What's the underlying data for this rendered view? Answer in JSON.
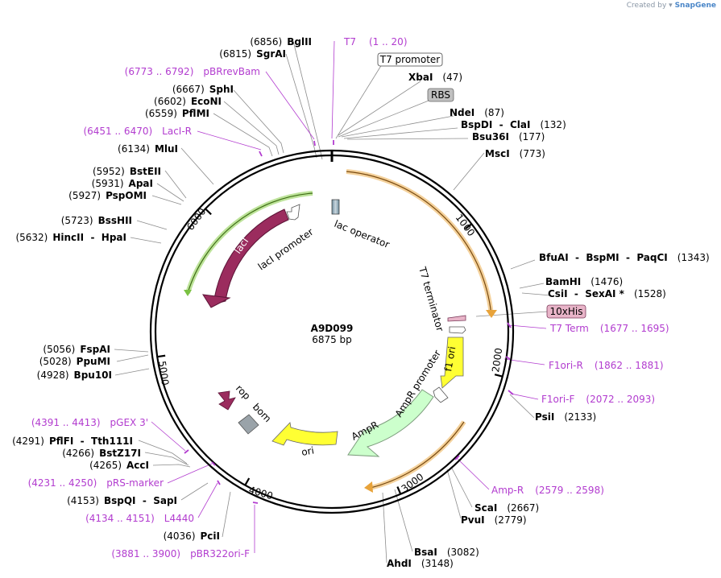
{
  "branding": {
    "prefix": "Created by",
    "name": "SnapGene"
  },
  "plasmid": {
    "name": "A9D099",
    "size_label": "6875 bp",
    "length": 6875
  },
  "ticks": [
    "1000",
    "2000",
    "3000",
    "4000",
    "5000",
    "6000"
  ],
  "sites": [
    {
      "name": "BglII",
      "pos": "(6856)"
    },
    {
      "name": "SgrAI",
      "pos": "(6815)"
    },
    {
      "name": "SphI",
      "pos": "(6667)"
    },
    {
      "name": "EcoNI",
      "pos": "(6602)"
    },
    {
      "name": "PflMI",
      "pos": "(6559)"
    },
    {
      "name": "MluI",
      "pos": "(6134)"
    },
    {
      "name": "BstEII",
      "pos": "(5952)"
    },
    {
      "name": "ApaI",
      "pos": "(5931)"
    },
    {
      "name": "PspOMI",
      "pos": "(5927)"
    },
    {
      "name": "BssHII",
      "pos": "(5723)"
    },
    {
      "name": "HincII  -  HpaI",
      "pos": "(5632)"
    },
    {
      "name": "FspAI",
      "pos": "(5056)"
    },
    {
      "name": "PpuMI",
      "pos": "(5028)"
    },
    {
      "name": "Bpu10I",
      "pos": "(4928)"
    },
    {
      "name": "PflFI  -  Tth111I",
      "pos": "(4291)"
    },
    {
      "name": "BstZ17I",
      "pos": "(4266)"
    },
    {
      "name": "AccI",
      "pos": "(4265)"
    },
    {
      "name": "BspQI  -  SapI",
      "pos": "(4153)"
    },
    {
      "name": "PciI",
      "pos": "(4036)"
    },
    {
      "name": "XbaI",
      "pos": "(47)"
    },
    {
      "name": "NdeI",
      "pos": "(87)"
    },
    {
      "name": "BspDI  -  ClaI",
      "pos": "(132)"
    },
    {
      "name": "Bsu36I",
      "pos": "(177)"
    },
    {
      "name": "MscI",
      "pos": "(773)"
    },
    {
      "name": "BfuAI  -  BspMI  -  PaqCI",
      "pos": "(1343)"
    },
    {
      "name": "BamHI",
      "pos": "(1476)"
    },
    {
      "name": "CsiI  -  SexAI *",
      "pos": "(1528)"
    },
    {
      "name": "PsiI",
      "pos": "(2133)"
    },
    {
      "name": "ScaI",
      "pos": "(2667)"
    },
    {
      "name": "PvuI",
      "pos": "(2779)"
    },
    {
      "name": "BsaI",
      "pos": "(3082)"
    },
    {
      "name": "AhdI",
      "pos": "(3148)"
    }
  ],
  "primers": [
    {
      "name": "T7",
      "range": "(1 .. 20)"
    },
    {
      "name": "pBRrevBam",
      "range": "(6773 .. 6792)"
    },
    {
      "name": "LacI-R",
      "range": "(6451 .. 6470)"
    },
    {
      "name": "pGEX 3'",
      "range": "(4391 .. 4413)"
    },
    {
      "name": "pRS-marker",
      "range": "(4231 .. 4250)"
    },
    {
      "name": "L4440",
      "range": "(4134 .. 4151)"
    },
    {
      "name": "pBR322ori-F",
      "range": "(3881 .. 3900)"
    },
    {
      "name": "T7 Term",
      "range": "(1677 .. 1695)"
    },
    {
      "name": "F1ori-R",
      "range": "(1862 .. 1881)"
    },
    {
      "name": "F1ori-F",
      "range": "(2072 .. 2093)"
    },
    {
      "name": "Amp-R",
      "range": "(2579 .. 2598)"
    }
  ],
  "boxed_features": {
    "t7_promoter": "T7 promoter",
    "rbs": "RBS",
    "his": "10xHis"
  },
  "features": {
    "lacI": "lacI",
    "lacI_promoter": "lacI promoter",
    "lac_operator": "lac operator",
    "t7_terminator": "T7 terminator",
    "f1_ori": "f1 ori",
    "ampr_promoter": "AmpR promoter",
    "ampr": "AmpR",
    "rop": "rop",
    "bom": "bom",
    "ori": "ori"
  },
  "colors": {
    "lacI": "#9b2c5e",
    "yellow": "#ffff33",
    "ampr": "#ccffcc",
    "orange_arc": "#e8a33a",
    "green_arc": "#7ac142",
    "primer": "#b23ccf",
    "his": "#e8b4c8",
    "rbs": "#c0c0c0"
  }
}
